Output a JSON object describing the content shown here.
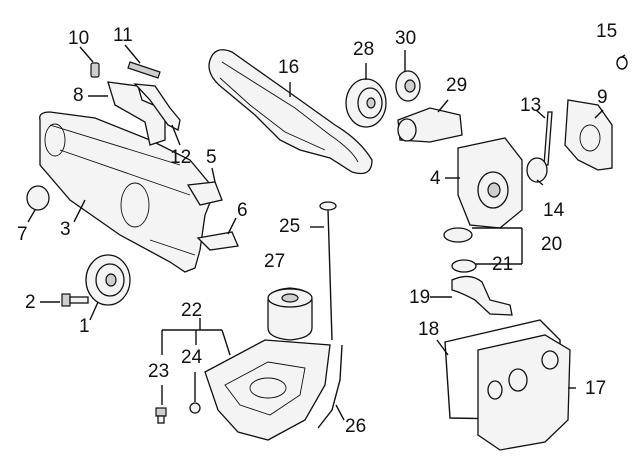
{
  "diagram": {
    "callouts": [
      {
        "id": "c1",
        "text": "1"
      },
      {
        "id": "c2",
        "text": "2"
      },
      {
        "id": "c3",
        "text": "3"
      },
      {
        "id": "c4",
        "text": "4"
      },
      {
        "id": "c5",
        "text": "5"
      },
      {
        "id": "c6",
        "text": "6"
      },
      {
        "id": "c7",
        "text": "7"
      },
      {
        "id": "c8",
        "text": "8"
      },
      {
        "id": "c9",
        "text": "9"
      },
      {
        "id": "c10",
        "text": "10"
      },
      {
        "id": "c11",
        "text": "11"
      },
      {
        "id": "c12",
        "text": "12"
      },
      {
        "id": "c13",
        "text": "13"
      },
      {
        "id": "c14",
        "text": "14"
      },
      {
        "id": "c15",
        "text": "15"
      },
      {
        "id": "c16",
        "text": "16"
      },
      {
        "id": "c17",
        "text": "17"
      },
      {
        "id": "c18",
        "text": "18"
      },
      {
        "id": "c19",
        "text": "19"
      },
      {
        "id": "c20",
        "text": "20"
      },
      {
        "id": "c21",
        "text": "21"
      },
      {
        "id": "c22",
        "text": "22"
      },
      {
        "id": "c23",
        "text": "23"
      },
      {
        "id": "c24",
        "text": "24"
      },
      {
        "id": "c25",
        "text": "25"
      },
      {
        "id": "c26",
        "text": "26"
      },
      {
        "id": "c27",
        "text": "27"
      },
      {
        "id": "c28",
        "text": "28"
      },
      {
        "id": "c29",
        "text": "29"
      },
      {
        "id": "c30",
        "text": "30"
      }
    ]
  }
}
